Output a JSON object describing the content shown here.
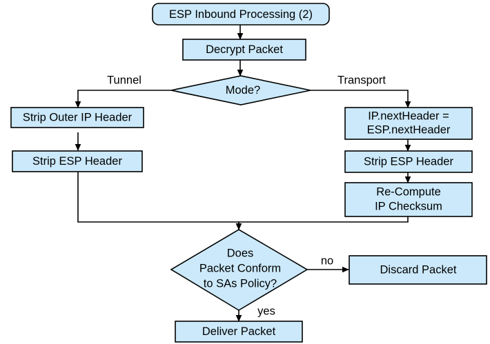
{
  "diagram": {
    "title": "ESP Inbound Processing (2)",
    "type": "flowchart",
    "theme": {
      "node_fill": "#cbe9fa",
      "node_stroke": "#000000",
      "background": "#ffffff",
      "text_color": "#000000"
    },
    "nodes": [
      {
        "id": "start",
        "shape": "terminator",
        "label": "ESP Inbound Processing (2)",
        "lines": [
          "ESP Inbound Processing (2)"
        ]
      },
      {
        "id": "decrypt",
        "shape": "process",
        "label": "Decrypt Packet",
        "lines": [
          "Decrypt Packet"
        ]
      },
      {
        "id": "mode",
        "shape": "decision",
        "label": "Mode?",
        "lines": [
          "Mode?"
        ]
      },
      {
        "id": "strip-outer-ip",
        "shape": "process",
        "label": "Strip Outer IP Header",
        "lines": [
          "Strip Outer IP Header"
        ]
      },
      {
        "id": "strip-esp-tunnel",
        "shape": "process",
        "label": "Strip ESP Header",
        "lines": [
          "Strip ESP Header"
        ]
      },
      {
        "id": "next-header",
        "shape": "process",
        "label": "IP.nextHeader = ESP.nextHeader",
        "lines": [
          "IP.nextHeader =",
          "ESP.nextHeader"
        ]
      },
      {
        "id": "strip-esp-transport",
        "shape": "process",
        "label": "Strip ESP Header",
        "lines": [
          "Strip ESP Header"
        ]
      },
      {
        "id": "recompute-checksum",
        "shape": "process",
        "label": "Re-Compute IP Checksum",
        "lines": [
          "Re-Compute",
          "IP Checksum"
        ]
      },
      {
        "id": "conform",
        "shape": "decision",
        "label": "Does Packet Conform to SAs Policy?",
        "lines": [
          "Does",
          "Packet Conform",
          "to SAs Policy?"
        ]
      },
      {
        "id": "discard",
        "shape": "process",
        "label": "Discard Packet",
        "lines": [
          "Discard Packet"
        ]
      },
      {
        "id": "deliver",
        "shape": "process",
        "label": "Deliver Packet",
        "lines": [
          "Deliver Packet"
        ]
      }
    ],
    "edge_labels": [
      {
        "id": "tunnel",
        "text": "Tunnel"
      },
      {
        "id": "transport",
        "text": "Transport"
      },
      {
        "id": "no",
        "text": "no"
      },
      {
        "id": "yes",
        "text": "yes"
      }
    ]
  }
}
